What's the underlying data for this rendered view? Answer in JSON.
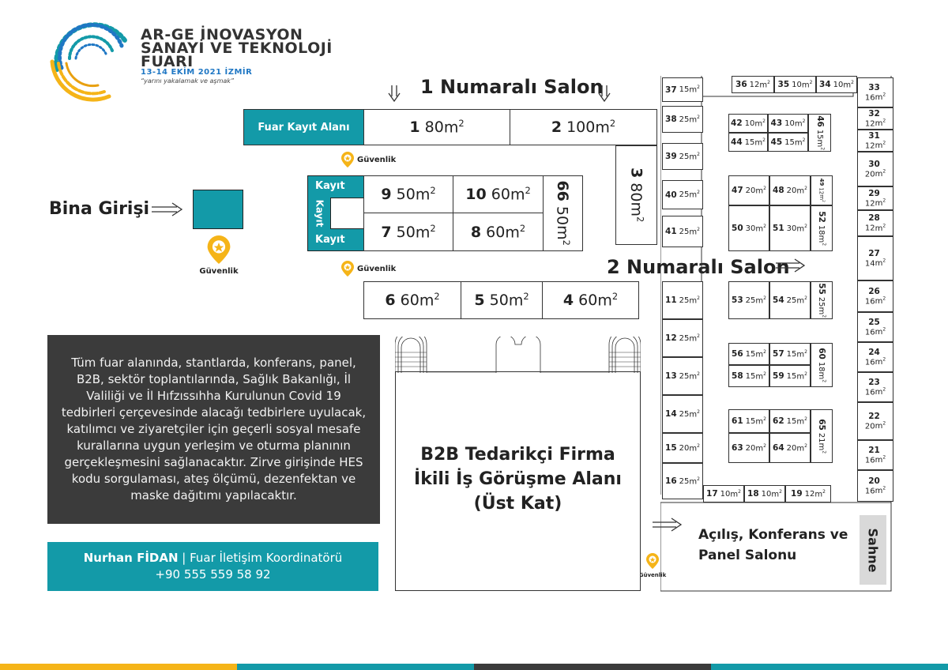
{
  "header": {
    "title_line1": "AR-GE İNOVASYON",
    "title_line2": "SANAYİ VE TEKNOLOJİ",
    "title_line3": "FUARI",
    "date": "13-14 EKİM 2021 İZMİR",
    "slogan": "“yarını yakalamak ve aşmak”"
  },
  "labels": {
    "salon1": "1 Numaralı Salon",
    "salon2": "2 Numaralı Salon",
    "bina_girisi": "Bina Girişi",
    "fuar_kayit": "Fuar Kayıt Alanı",
    "kayit": "Kayıt",
    "guvenlik": "Güvenlik",
    "b2b_line1": "B2B Tedarikçi Firma",
    "b2b_line2": "İkili İş Görüşme Alanı",
    "b2b_line3": "(Üst Kat)",
    "konf_line1": "Açılış, Konferans ve",
    "konf_line2": "Panel Salonu",
    "sahne": "Sahne",
    "unit": "m2"
  },
  "info_text": "Tüm fuar alanında, stantlarda, konferans, panel, B2B, sektör toplantılarında, Sağlık Bakanlığı, İl Valiliği ve İl Hıfzıssıhha Kurulunun Covid 19 tedbirleri çerçevesinde alacağı tedbirlere uyulacak, katılımcı ve ziyaretçiler için geçerli sosyal mesafe kurallarına uygun yerleşim ve oturma planının gerçekleşmesini sağlanacaktır. Zirve girişinde HES kodu sorgulaması, ateş ölçümü, dezenfektan ve maske dağıtımı yapılacaktır.",
  "contact": {
    "name": "Nurhan FİDAN",
    "role": " | Fuar İletişim Koordinatörü",
    "phone": "+90 555 559 58 92"
  },
  "stands": {
    "s1": {
      "num": "1",
      "size": "80"
    },
    "s2": {
      "num": "2",
      "size": "100"
    },
    "s3": {
      "num": "3",
      "size": "80"
    },
    "s4": {
      "num": "4",
      "size": "60"
    },
    "s5": {
      "num": "5",
      "size": "50"
    },
    "s6": {
      "num": "6",
      "size": "60"
    },
    "s7": {
      "num": "7",
      "size": "50"
    },
    "s8": {
      "num": "8",
      "size": "60"
    },
    "s9": {
      "num": "9",
      "size": "50"
    },
    "s10": {
      "num": "10",
      "size": "60"
    },
    "s11": {
      "num": "11",
      "size": "25"
    },
    "s12": {
      "num": "12",
      "size": "25"
    },
    "s13": {
      "num": "13",
      "size": "25"
    },
    "s14": {
      "num": "14",
      "size": "25"
    },
    "s15": {
      "num": "15",
      "size": "20"
    },
    "s16": {
      "num": "16",
      "size": "25"
    },
    "s17": {
      "num": "17",
      "size": "10"
    },
    "s18": {
      "num": "18",
      "size": "10"
    },
    "s19": {
      "num": "19",
      "size": "12"
    },
    "s20": {
      "num": "20",
      "size": "16"
    },
    "s21": {
      "num": "21",
      "size": "16"
    },
    "s22": {
      "num": "22",
      "size": "20"
    },
    "s23": {
      "num": "23",
      "size": "16"
    },
    "s24": {
      "num": "24",
      "size": "16"
    },
    "s25": {
      "num": "25",
      "size": "16"
    },
    "s26": {
      "num": "26",
      "size": "16"
    },
    "s27": {
      "num": "27",
      "size": "14"
    },
    "s28": {
      "num": "28",
      "size": "12"
    },
    "s29": {
      "num": "29",
      "size": "12"
    },
    "s30": {
      "num": "30",
      "size": "20"
    },
    "s31": {
      "num": "31",
      "size": "12"
    },
    "s32": {
      "num": "32",
      "size": "12"
    },
    "s33": {
      "num": "33",
      "size": "16"
    },
    "s34": {
      "num": "34",
      "size": "10"
    },
    "s35": {
      "num": "35",
      "size": "10"
    },
    "s36": {
      "num": "36",
      "size": "12"
    },
    "s37": {
      "num": "37",
      "size": "15"
    },
    "s38": {
      "num": "38",
      "size": "25"
    },
    "s39": {
      "num": "39",
      "size": "25"
    },
    "s40": {
      "num": "40",
      "size": "25"
    },
    "s41": {
      "num": "41",
      "size": "25"
    },
    "s42": {
      "num": "42",
      "size": "10"
    },
    "s43": {
      "num": "43",
      "size": "10"
    },
    "s44": {
      "num": "44",
      "size": "15"
    },
    "s45": {
      "num": "45",
      "size": "15"
    },
    "s46": {
      "num": "46",
      "size": "15"
    },
    "s47": {
      "num": "47",
      "size": "20"
    },
    "s48": {
      "num": "48",
      "size": "20"
    },
    "s49": {
      "num": "49",
      "size": "12"
    },
    "s50": {
      "num": "50",
      "size": "30"
    },
    "s51": {
      "num": "51",
      "size": "30"
    },
    "s52": {
      "num": "52",
      "size": "18"
    },
    "s53": {
      "num": "53",
      "size": "25"
    },
    "s54": {
      "num": "54",
      "size": "25"
    },
    "s55": {
      "num": "55",
      "size": "25"
    },
    "s56": {
      "num": "56",
      "size": "15"
    },
    "s57": {
      "num": "57",
      "size": "15"
    },
    "s58": {
      "num": "58",
      "size": "15"
    },
    "s59": {
      "num": "59",
      "size": "15"
    },
    "s60": {
      "num": "60",
      "size": "18"
    },
    "s61": {
      "num": "61",
      "size": "15"
    },
    "s62": {
      "num": "62",
      "size": "15"
    },
    "s63": {
      "num": "63",
      "size": "20"
    },
    "s64": {
      "num": "64",
      "size": "20"
    },
    "s65": {
      "num": "65",
      "size": "21"
    },
    "s66": {
      "num": "66",
      "size": "50"
    }
  },
  "colors": {
    "teal": "#139aa8",
    "dark": "#3b3b3b",
    "yellow": "#f5b418",
    "stage_gray": "#d9d9d9",
    "bar": [
      "#f5b418",
      "#139aa8",
      "#1f77c4",
      "#3b3b3b",
      "#139aa8"
    ]
  }
}
